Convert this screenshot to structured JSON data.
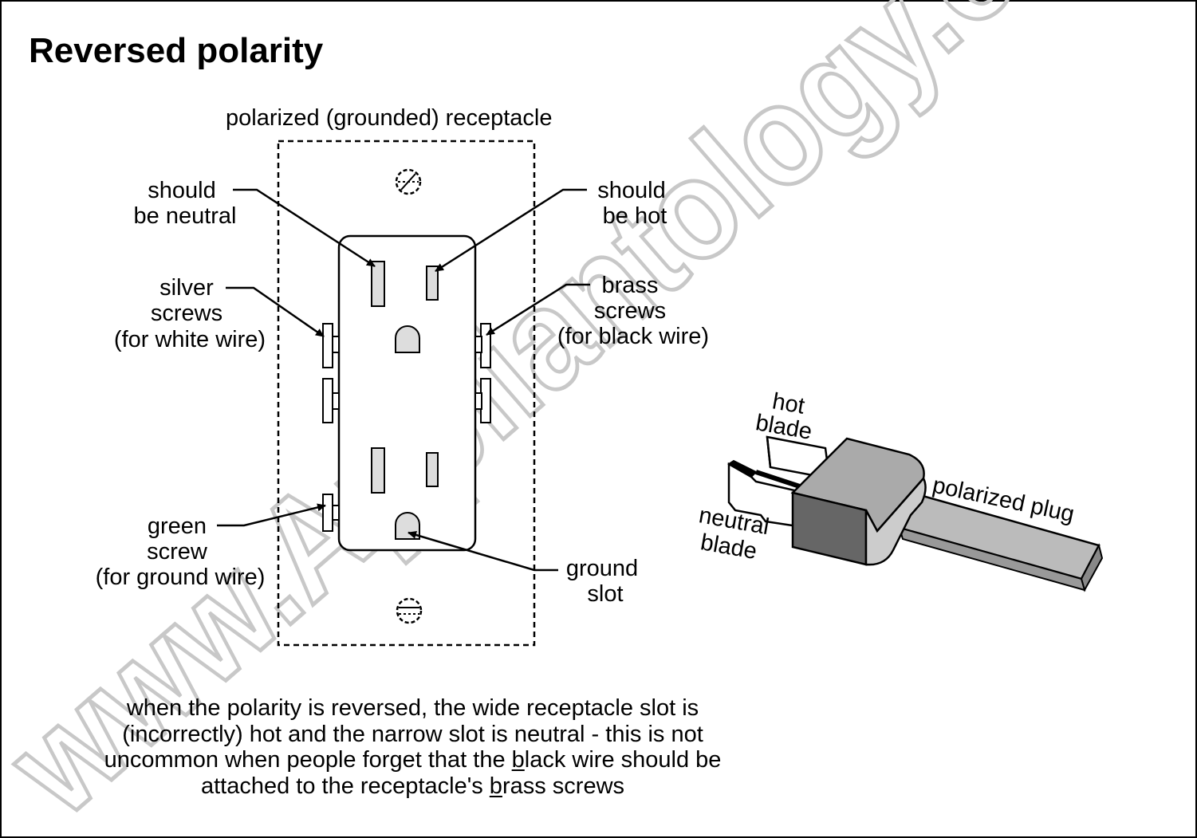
{
  "title": "Reversed polarity",
  "watermark": "www.Appliantology.org",
  "receptacle_label": "polarized (grounded) receptacle",
  "labels": {
    "should_neutral": [
      "should",
      "be neutral"
    ],
    "should_hot": [
      "should",
      "be hot"
    ],
    "silver_screws": [
      "silver",
      "screws",
      "(for white wire)"
    ],
    "brass_screws": [
      "brass",
      "screws",
      "(for black wire)"
    ],
    "green_screw": [
      "green",
      "screw",
      "(for ground wire)"
    ],
    "ground_slot": [
      "ground",
      "slot"
    ],
    "hot_blade": [
      "hot",
      "blade"
    ],
    "neutral_blade": [
      "neutral",
      "blade"
    ],
    "polarized_plug": "polarized plug"
  },
  "caption": {
    "line1": "when the polarity is reversed, the wide receptacle slot is",
    "line2": "(incorrectly) hot and the narrow slot is neutral - this is not",
    "line3_pre": "uncommon when people forget that the ",
    "line3_u": "b",
    "line3_post": "lack wire should be",
    "line4_pre": "attached to the receptacle's ",
    "line4_u": "b",
    "line4_post": "rass screws"
  }
}
